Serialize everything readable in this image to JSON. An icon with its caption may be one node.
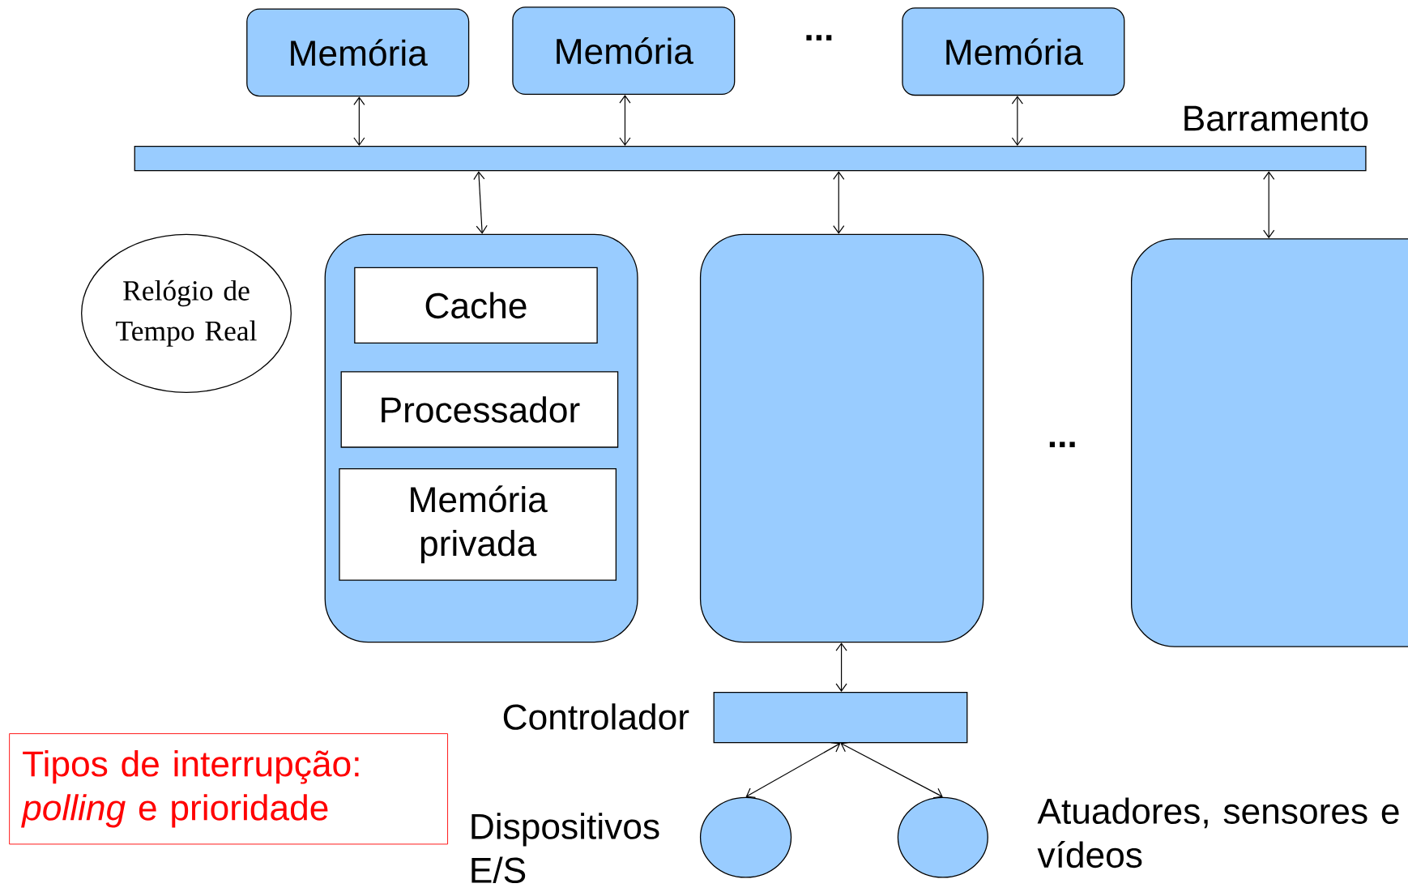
{
  "diagram": {
    "nodes": [
      {
        "text": [
          "Memória"
        ]
      },
      {
        "text": [
          "Memória"
        ]
      },
      {
        "text": [
          "Memória"
        ]
      },
      {
        "text": [
          "Barramento"
        ]
      },
      {
        "text": [
          "Relógio de Tempo Real"
        ]
      },
      {
        "text": [],
        "shape": "box"
      },
      {
        "text": [
          "Cache"
        ],
        "in": 5
      },
      {
        "text": [
          "Processador"
        ],
        "in": 5
      },
      {
        "text": [
          "Memória privada"
        ],
        "in": 5
      },
      {
        "text": [],
        "shape": "box"
      },
      {
        "text": [],
        "shape": "box"
      },
      {
        "text": [
          "Controlador"
        ]
      },
      {
        "text": [],
        "shape": "circle",
        "beside": [
          "Dispositivos E/S"
        ]
      },
      {
        "text": [],
        "shape": "circle",
        "beside": [
          "Atuadores, sensores e vídeos"
        ]
      },
      {
        "text": [
          "Tipos de interrupção: *polling* e prioridade"
        ]
      }
    ],
    "edges": [
      {
        "from": 0,
        "to": 3,
        "arrow": "both"
      },
      {
        "from": 1,
        "to": 3,
        "arrow": "both"
      },
      {
        "from": 2,
        "to": 3,
        "arrow": "both"
      },
      {
        "from": 3,
        "to": 5,
        "arrow": "both"
      },
      {
        "from": 3,
        "to": 9,
        "arrow": "both"
      },
      {
        "from": 3,
        "to": 10,
        "arrow": "both"
      },
      {
        "from": 9,
        "to": 11,
        "arrow": "both"
      },
      {
        "from": 11,
        "to": 12,
        "arrow": "both"
      },
      {
        "from": 11,
        "to": 13,
        "arrow": "both"
      }
    ],
    "labels": [
      "...",
      "..."
    ]
  }
}
